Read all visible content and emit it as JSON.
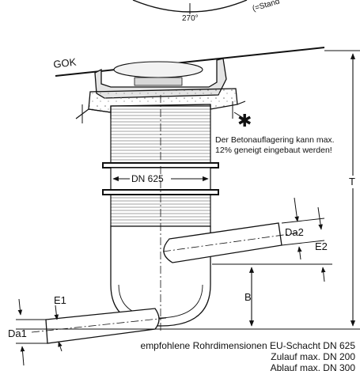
{
  "top_arc": {
    "angle_label": "270°",
    "partial_label": "(=Stand"
  },
  "labels": {
    "ground": "GOK",
    "asterisk": "✱",
    "note_line1": "Der Betonauflagering kann max.",
    "note_line2": "12% geneigt eingebaut werden!",
    "nominal_diameter": "DN 625",
    "T": "T",
    "Da2": "Da2",
    "E2": "E2",
    "B": "B",
    "E1": "E1",
    "Da1": "Da1"
  },
  "recommendations": {
    "heading": "empfohlene Rohrdimensionen EU-Schacht DN 625",
    "inlet": "Zulauf max. DN 200",
    "outlet": "Ablauf max. DN 300"
  }
}
